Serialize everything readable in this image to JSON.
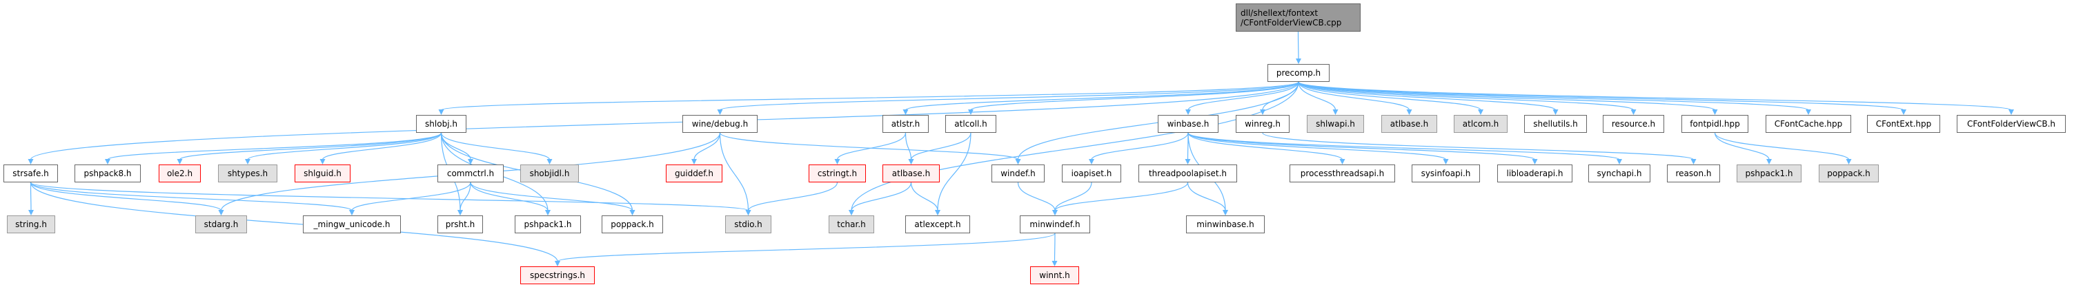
{
  "graph": {
    "root": {
      "line1": "dll/shellext/fontext",
      "line2": "/CFontFolderViewCB.cpp"
    },
    "nodes": {
      "precomp": {
        "label": "precomp.h",
        "style": "normal"
      },
      "shlobj": {
        "label": "shlobj.h",
        "style": "normal"
      },
      "winedebug": {
        "label": "wine/debug.h",
        "style": "normal"
      },
      "atlstr": {
        "label": "atlstr.h",
        "style": "normal"
      },
      "atlcoll": {
        "label": "atlcoll.h",
        "style": "normal"
      },
      "winbase": {
        "label": "winbase.h",
        "style": "normal"
      },
      "winreg": {
        "label": "winreg.h",
        "style": "normal"
      },
      "shlwapi": {
        "label": "shlwapi.h",
        "style": "gray"
      },
      "atlbase2": {
        "label": "atlbase.h",
        "style": "gray"
      },
      "atlcom": {
        "label": "atlcom.h",
        "style": "gray"
      },
      "shellutils": {
        "label": "shellutils.h",
        "style": "normal"
      },
      "resource": {
        "label": "resource.h",
        "style": "normal"
      },
      "fontpidl": {
        "label": "fontpidl.hpp",
        "style": "normal"
      },
      "cfontcache": {
        "label": "CFontCache.hpp",
        "style": "normal"
      },
      "cfontext": {
        "label": "CFontExt.hpp",
        "style": "normal"
      },
      "cfontfolderviewcb": {
        "label": "CFontFolderViewCB.h",
        "style": "normal"
      },
      "strsafe": {
        "label": "strsafe.h",
        "style": "normal"
      },
      "pshpack8": {
        "label": "pshpack8.h",
        "style": "normal"
      },
      "ole2": {
        "label": "ole2.h",
        "style": "red"
      },
      "shtypes": {
        "label": "shtypes.h",
        "style": "gray"
      },
      "shlguid": {
        "label": "shlguid.h",
        "style": "red"
      },
      "commctrl": {
        "label": "commctrl.h",
        "style": "normal"
      },
      "shobjidl": {
        "label": "shobjidl.h",
        "style": "gray"
      },
      "guiddef": {
        "label": "guiddef.h",
        "style": "red"
      },
      "cstringt": {
        "label": "cstringt.h",
        "style": "red"
      },
      "atlbase": {
        "label": "atlbase.h",
        "style": "red"
      },
      "windef": {
        "label": "windef.h",
        "style": "normal"
      },
      "ioapiset": {
        "label": "ioapiset.h",
        "style": "normal"
      },
      "threadpoolapiset": {
        "label": "threadpoolapiset.h",
        "style": "normal"
      },
      "processthreadsapi": {
        "label": "processthreadsapi.h",
        "style": "normal"
      },
      "sysinfoapi": {
        "label": "sysinfoapi.h",
        "style": "normal"
      },
      "libloaderapi": {
        "label": "libloaderapi.h",
        "style": "normal"
      },
      "synchapi": {
        "label": "synchapi.h",
        "style": "normal"
      },
      "reason": {
        "label": "reason.h",
        "style": "normal"
      },
      "pshpack1b": {
        "label": "pshpack1.h",
        "style": "gray"
      },
      "poppackb": {
        "label": "poppack.h",
        "style": "gray"
      },
      "string": {
        "label": "string.h",
        "style": "gray"
      },
      "stdarg": {
        "label": "stdarg.h",
        "style": "gray"
      },
      "mingwunicode": {
        "label": "_mingw_unicode.h",
        "style": "normal"
      },
      "prsht": {
        "label": "prsht.h",
        "style": "normal"
      },
      "pshpack1": {
        "label": "pshpack1.h",
        "style": "normal"
      },
      "poppack": {
        "label": "poppack.h",
        "style": "normal"
      },
      "stdio": {
        "label": "stdio.h",
        "style": "gray"
      },
      "tchar": {
        "label": "tchar.h",
        "style": "gray"
      },
      "atlexcept": {
        "label": "atlexcept.h",
        "style": "normal"
      },
      "minwindef": {
        "label": "minwindef.h",
        "style": "normal"
      },
      "minwinbase": {
        "label": "minwinbase.h",
        "style": "normal"
      },
      "specstrings": {
        "label": "specstrings.h",
        "style": "red"
      },
      "winnt": {
        "label": "winnt.h",
        "style": "red"
      }
    },
    "edges": [
      [
        "root",
        "precomp"
      ],
      [
        "precomp",
        "shlobj"
      ],
      [
        "precomp",
        "strsafe"
      ],
      [
        "precomp",
        "winedebug"
      ],
      [
        "precomp",
        "atlstr"
      ],
      [
        "precomp",
        "atlcoll"
      ],
      [
        "precomp",
        "tchar"
      ],
      [
        "precomp",
        "windef"
      ],
      [
        "precomp",
        "winbase"
      ],
      [
        "precomp",
        "winreg"
      ],
      [
        "precomp",
        "shlwapi"
      ],
      [
        "precomp",
        "atlbase2"
      ],
      [
        "precomp",
        "atlcom"
      ],
      [
        "precomp",
        "shellutils"
      ],
      [
        "precomp",
        "resource"
      ],
      [
        "precomp",
        "fontpidl"
      ],
      [
        "precomp",
        "cfontcache"
      ],
      [
        "precomp",
        "cfontext"
      ],
      [
        "precomp",
        "cfontfolderviewcb"
      ],
      [
        "shlobj",
        "pshpack8"
      ],
      [
        "shlobj",
        "ole2"
      ],
      [
        "shlobj",
        "shtypes"
      ],
      [
        "shlobj",
        "shlguid"
      ],
      [
        "shlobj",
        "commctrl"
      ],
      [
        "shlobj",
        "shobjidl"
      ],
      [
        "shlobj",
        "prsht"
      ],
      [
        "shlobj",
        "pshpack1"
      ],
      [
        "shlobj",
        "poppack"
      ],
      [
        "strsafe",
        "string"
      ],
      [
        "strsafe",
        "stdarg"
      ],
      [
        "strsafe",
        "mingwunicode"
      ],
      [
        "strsafe",
        "specstrings"
      ],
      [
        "strsafe",
        "stdio"
      ],
      [
        "commctrl",
        "mingwunicode"
      ],
      [
        "commctrl",
        "prsht"
      ],
      [
        "commctrl",
        "pshpack1"
      ],
      [
        "commctrl",
        "poppack"
      ],
      [
        "winedebug",
        "guiddef"
      ],
      [
        "winedebug",
        "stdio"
      ],
      [
        "winedebug",
        "windef"
      ],
      [
        "winedebug",
        "stdarg"
      ],
      [
        "atlstr",
        "cstringt"
      ],
      [
        "atlstr",
        "atlbase"
      ],
      [
        "atlcoll",
        "atlbase"
      ],
      [
        "atlcoll",
        "atlexcept"
      ],
      [
        "cstringt",
        "stdio"
      ],
      [
        "atlbase",
        "tchar"
      ],
      [
        "atlbase",
        "atlexcept"
      ],
      [
        "windef",
        "minwindef"
      ],
      [
        "ioapiset",
        "minwindef"
      ],
      [
        "threadpoolapiset",
        "minwindef"
      ],
      [
        "threadpoolapiset",
        "minwinbase"
      ],
      [
        "winbase",
        "ioapiset"
      ],
      [
        "winbase",
        "threadpoolapiset"
      ],
      [
        "winbase",
        "minwinbase"
      ],
      [
        "winbase",
        "processthreadsapi"
      ],
      [
        "winbase",
        "sysinfoapi"
      ],
      [
        "winbase",
        "libloaderapi"
      ],
      [
        "winbase",
        "synchapi"
      ],
      [
        "winreg",
        "reason"
      ],
      [
        "minwindef",
        "winnt"
      ],
      [
        "minwindef",
        "specstrings"
      ],
      [
        "fontpidl",
        "pshpack1b"
      ],
      [
        "fontpidl",
        "poppackb"
      ]
    ],
    "colors": {
      "edge": "#63b8ff",
      "gray_fill": "#e0e0e0",
      "red_border": "#ff0000",
      "root_fill": "#999999"
    }
  }
}
